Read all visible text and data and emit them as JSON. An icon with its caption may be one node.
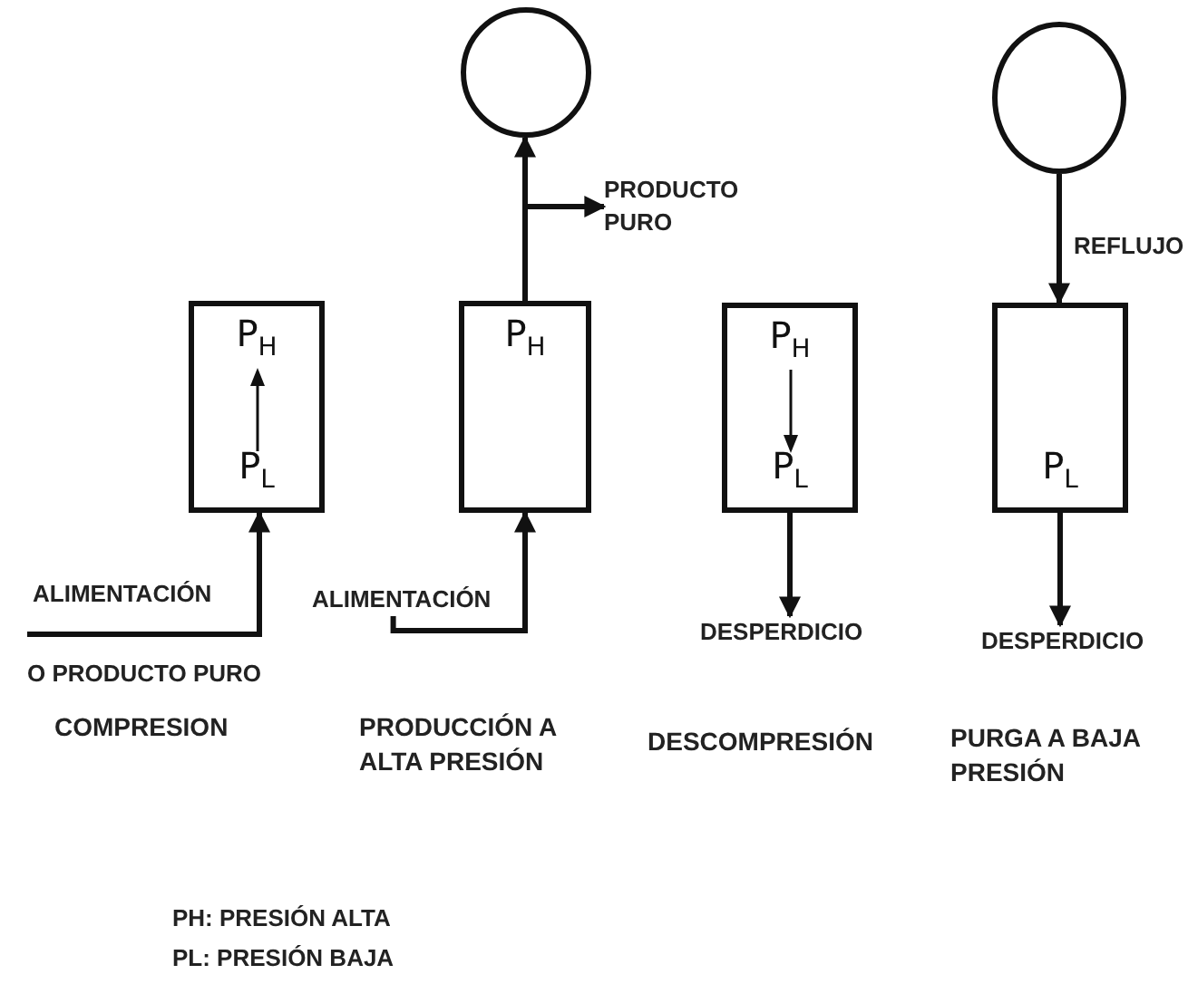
{
  "diagram": {
    "nodes": [
      {
        "text": [
          "P$_{H}$",
          "P$_{L}$"
        ]
      },
      {
        "text": [
          "ALIMENTACIÓN",
          "O PRODUCTO PURO"
        ]
      },
      {
        "text": [
          "P$_{H}$"
        ]
      },
      {
        "text": [
          "ALIMENTACIÓN"
        ]
      },
      {
        "text": [],
        "shape": "circle"
      },
      {
        "text": [
          "PRODUCTO PURO"
        ]
      },
      {
        "text": [
          "P$_{H}$",
          "P$_{L}$"
        ]
      },
      {
        "text": [
          "DESPERDICIO"
        ]
      },
      {
        "text": [],
        "shape": "circle"
      },
      {
        "text": [
          "P$_{L}$"
        ]
      },
      {
        "text": [
          "DESPERDICIO"
        ]
      }
    ],
    "edges": [
      {
        "from": 1,
        "to": 0,
        "arrow": "to"
      },
      {
        "from": 3,
        "to": 2,
        "arrow": "to"
      },
      {
        "from": 2,
        "to": 4,
        "arrow": "to"
      },
      {
        "from": 2,
        "to": 5,
        "arrow": "to"
      },
      {
        "from": 6,
        "to": 7,
        "arrow": "to"
      },
      {
        "from": 8,
        "to": 9,
        "label": "REFLUJO",
        "arrow": "to"
      },
      {
        "from": 9,
        "to": 10,
        "arrow": "to"
      }
    ],
    "labels": [
      "COMPRESION",
      "PRODUCCIÓN A ALTA PRESIÓN",
      "DESCOMPRESIÓN",
      "PURGA A BAJA PRESIÓN",
      "PH: PRESIÓN ALTA",
      "PL: PRESIÓN BAJA"
    ]
  }
}
